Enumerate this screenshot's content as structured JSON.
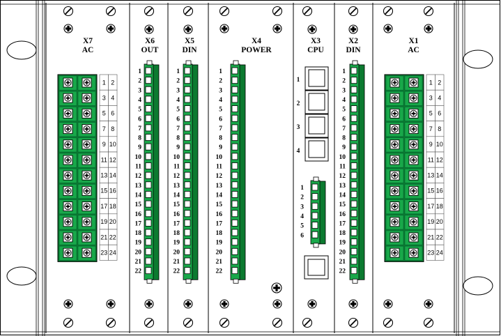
{
  "modules": [
    {
      "id": "X7",
      "type": "AC",
      "terminals": [
        "1",
        "2",
        "3",
        "4",
        "5",
        "6",
        "7",
        "8",
        "9",
        "10",
        "11",
        "12",
        "13",
        "14",
        "15",
        "16",
        "17",
        "18",
        "19",
        "20",
        "21",
        "22",
        "23",
        "24"
      ]
    },
    {
      "id": "X6",
      "type": "OUT",
      "pins": [
        "1",
        "2",
        "3",
        "4",
        "5",
        "6",
        "7",
        "8",
        "9",
        "10",
        "11",
        "12",
        "13",
        "14",
        "15",
        "16",
        "17",
        "18",
        "19",
        "20",
        "21",
        "22"
      ]
    },
    {
      "id": "X5",
      "type": "DIN",
      "pins": [
        "1",
        "2",
        "3",
        "4",
        "5",
        "6",
        "7",
        "8",
        "9",
        "10",
        "11",
        "12",
        "13",
        "14",
        "15",
        "16",
        "17",
        "18",
        "19",
        "20",
        "21",
        "22"
      ]
    },
    {
      "id": "X4",
      "type": "POWER",
      "pins": [
        "1",
        "2",
        "3",
        "4",
        "5",
        "6",
        "7",
        "8",
        "9",
        "10",
        "11",
        "12",
        "13",
        "14",
        "15",
        "16",
        "17",
        "18",
        "19",
        "20",
        "21",
        "22"
      ]
    },
    {
      "id": "X3",
      "type": "CPU",
      "ports": [
        "1",
        "2",
        "3",
        "4"
      ],
      "pins": [
        "1",
        "2",
        "3",
        "4",
        "5",
        "6"
      ]
    },
    {
      "id": "X2",
      "type": "DIN",
      "pins": [
        "1",
        "2",
        "3",
        "4",
        "5",
        "6",
        "7",
        "8",
        "9",
        "10",
        "11",
        "12",
        "13",
        "14",
        "15",
        "16",
        "17",
        "18",
        "19",
        "20",
        "21",
        "22"
      ]
    },
    {
      "id": "X1",
      "type": "AC",
      "terminals": [
        "1",
        "2",
        "3",
        "4",
        "5",
        "6",
        "7",
        "8",
        "9",
        "10",
        "11",
        "12",
        "13",
        "14",
        "15",
        "16",
        "17",
        "18",
        "19",
        "20",
        "21",
        "22",
        "23",
        "24"
      ]
    }
  ],
  "colors": {
    "terminal_green": "#19a84a",
    "terminal_dark": "#0c7a30",
    "frame": "#000000",
    "background": "#ffffff"
  }
}
